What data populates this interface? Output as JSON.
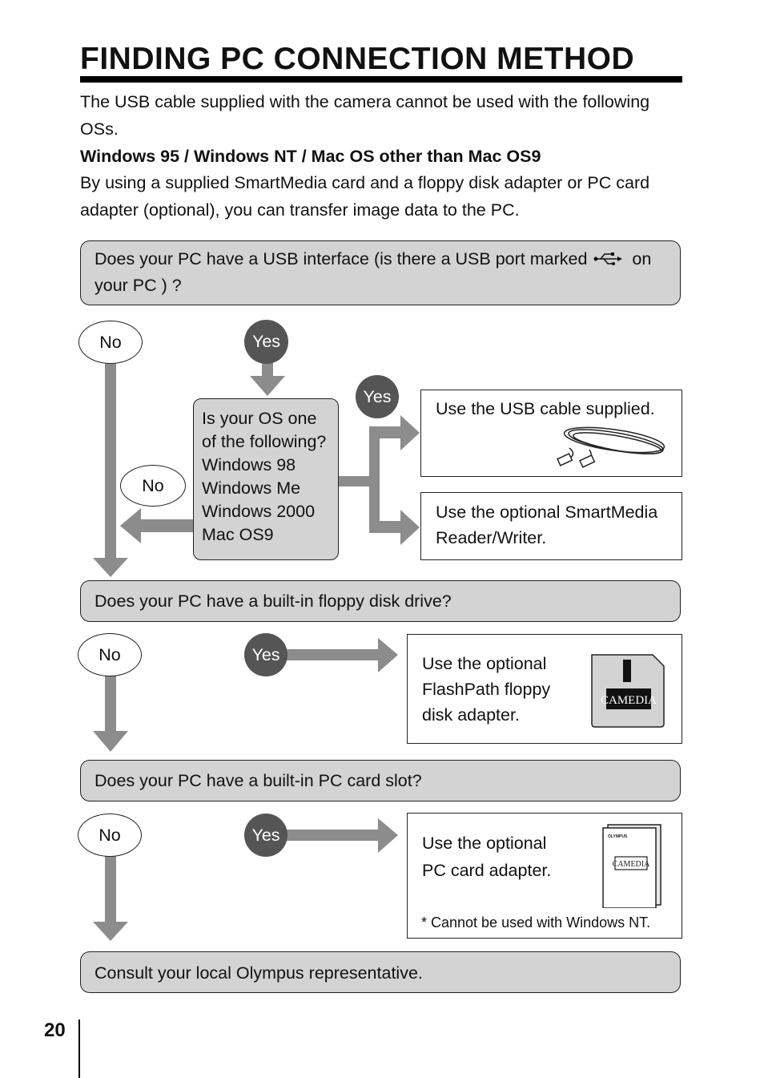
{
  "title": "FINDING PC CONNECTION METHOD",
  "intro": {
    "line1": "The USB cable supplied with the camera cannot be used with the following",
    "line2": "OSs.",
    "bold": "Windows 95 / Windows NT / Mac OS other than Mac OS9",
    "line3": "By using a supplied SmartMedia card and a floppy disk adapter or PC card",
    "line4": "adapter (optional), you can transfer image data to the PC."
  },
  "q1": {
    "pre": "Does your PC have a USB interface (is there a USB port marked",
    "post": "on",
    "line2": "your PC ) ?"
  },
  "labels": {
    "no": "No",
    "yes": "Yes"
  },
  "os_question": [
    "Is your OS one",
    "of the following?",
    "Windows 98",
    "Windows Me",
    "Windows 2000",
    "Mac OS9"
  ],
  "usb_cable": "Use the USB cable supplied.",
  "smartmedia": {
    "line1": "Use the optional SmartMedia",
    "line2": "Reader/Writer."
  },
  "q2": "Does your PC have a built-in floppy disk drive?",
  "flashpath": {
    "line1": "Use the optional",
    "line2": "FlashPath floppy",
    "line3": "disk adapter.",
    "brand": "CAMEDIA"
  },
  "q3": "Does your PC have a built-in PC card slot?",
  "pccard": {
    "line1": "Use the optional",
    "line2": "PC card adapter.",
    "note": "* Cannot be used with Windows NT.",
    "maker": "OLYMPUS",
    "brand": "CAMEDIA"
  },
  "q4": "Consult your local Olympus representative.",
  "page_number": "20",
  "colors": {
    "arrow": "#8c8c8c",
    "box_fill": "#d3d3d3",
    "yes_fill": "#555555"
  }
}
